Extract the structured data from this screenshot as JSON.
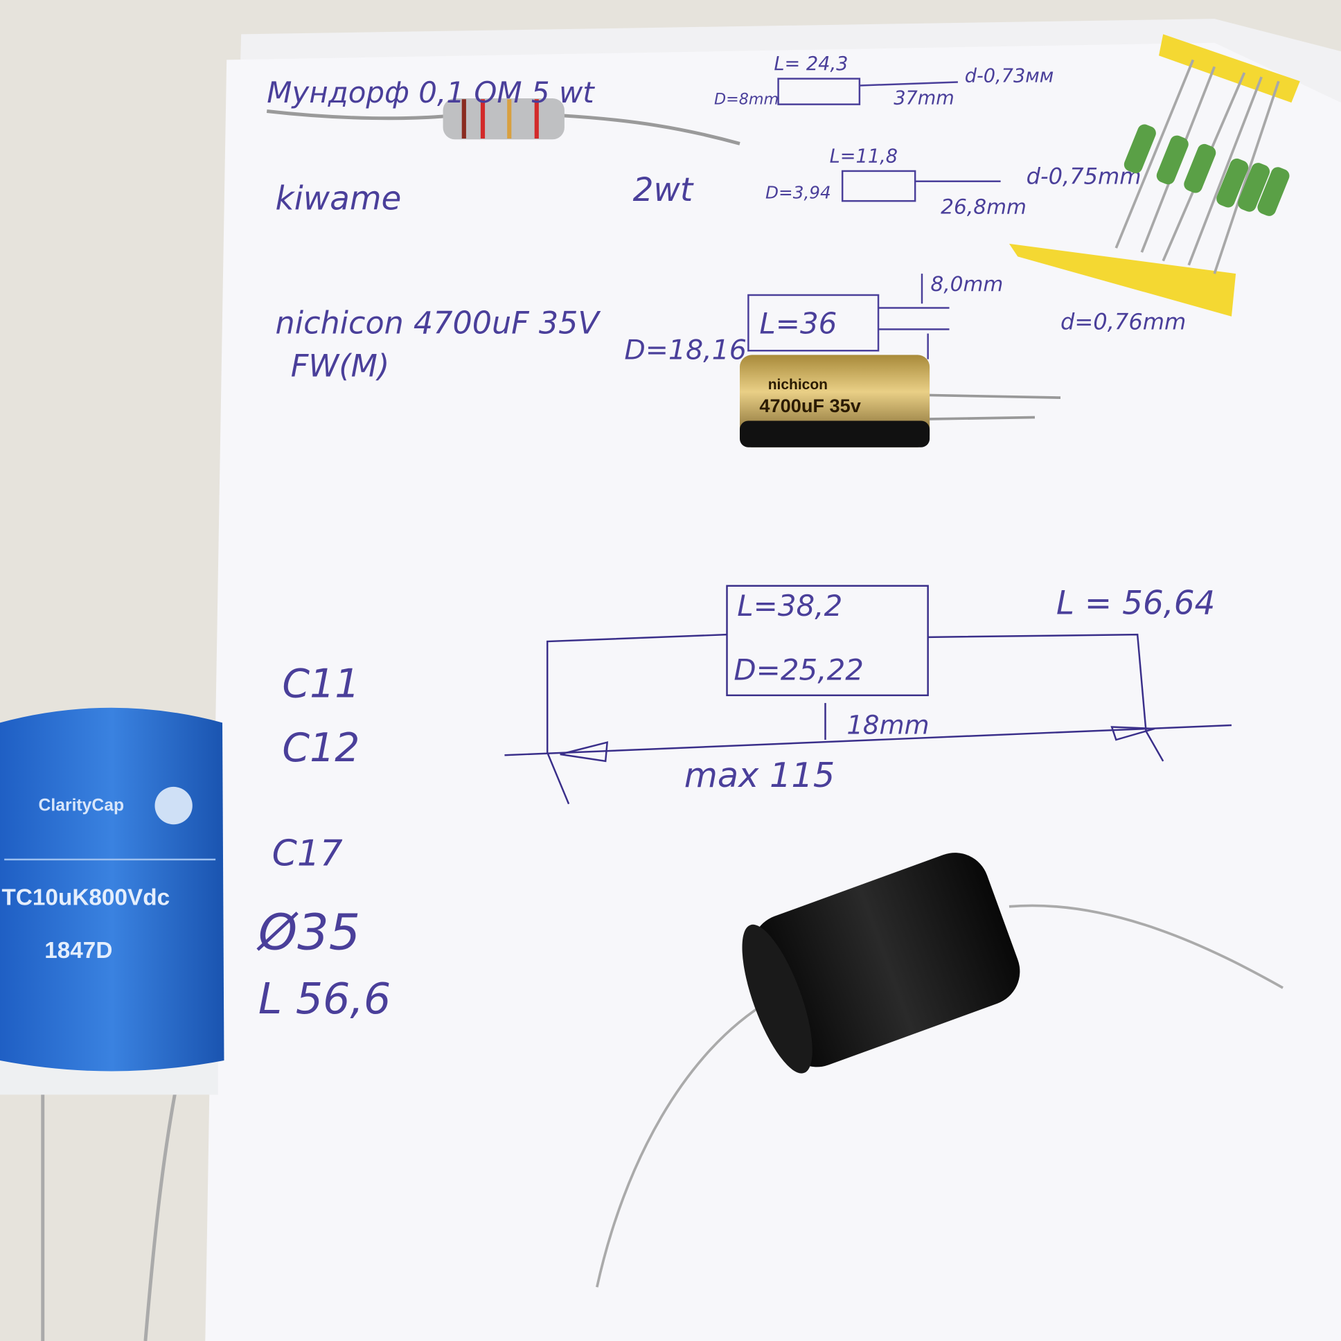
{
  "notes": {
    "resistor1": {
      "label": "Мундорф 0,1 ОМ 5 wt",
      "length": "L= 24,3",
      "diameter": "D=8mm",
      "lead_length": "37mm",
      "lead_d": "d-0,73мм"
    },
    "resistor2": {
      "label": "kiwame",
      "power": "2wt",
      "length": "L=11,8",
      "diameter": "D=3,94",
      "lead_length": "26,8mm",
      "lead_d": "d-0,75mm"
    },
    "cap1": {
      "label": "nichicon 4700uF 35V",
      "series": "FW(M)",
      "diameter": "D=18,16",
      "length": "L=36",
      "lead_spacing": "8,0mm",
      "lead_d": "d=0,76mm"
    },
    "cap2": {
      "length": "L=38,2",
      "diameter": "D=25,22",
      "total_length": "L = 56,64",
      "ref1": "C11",
      "ref2": "C12",
      "spacing": "18mm",
      "max": "max 115"
    },
    "cap3": {
      "ref": "C17",
      "diameter": "Ø35",
      "length": "L 56,6"
    }
  },
  "components": {
    "nichicon_brand": "nichicon",
    "nichicon_value": "4700uF 35v",
    "clarity_brand": "ClarityCap",
    "clarity_value": "TC10uK800Vdc",
    "clarity_code": "1847D"
  }
}
